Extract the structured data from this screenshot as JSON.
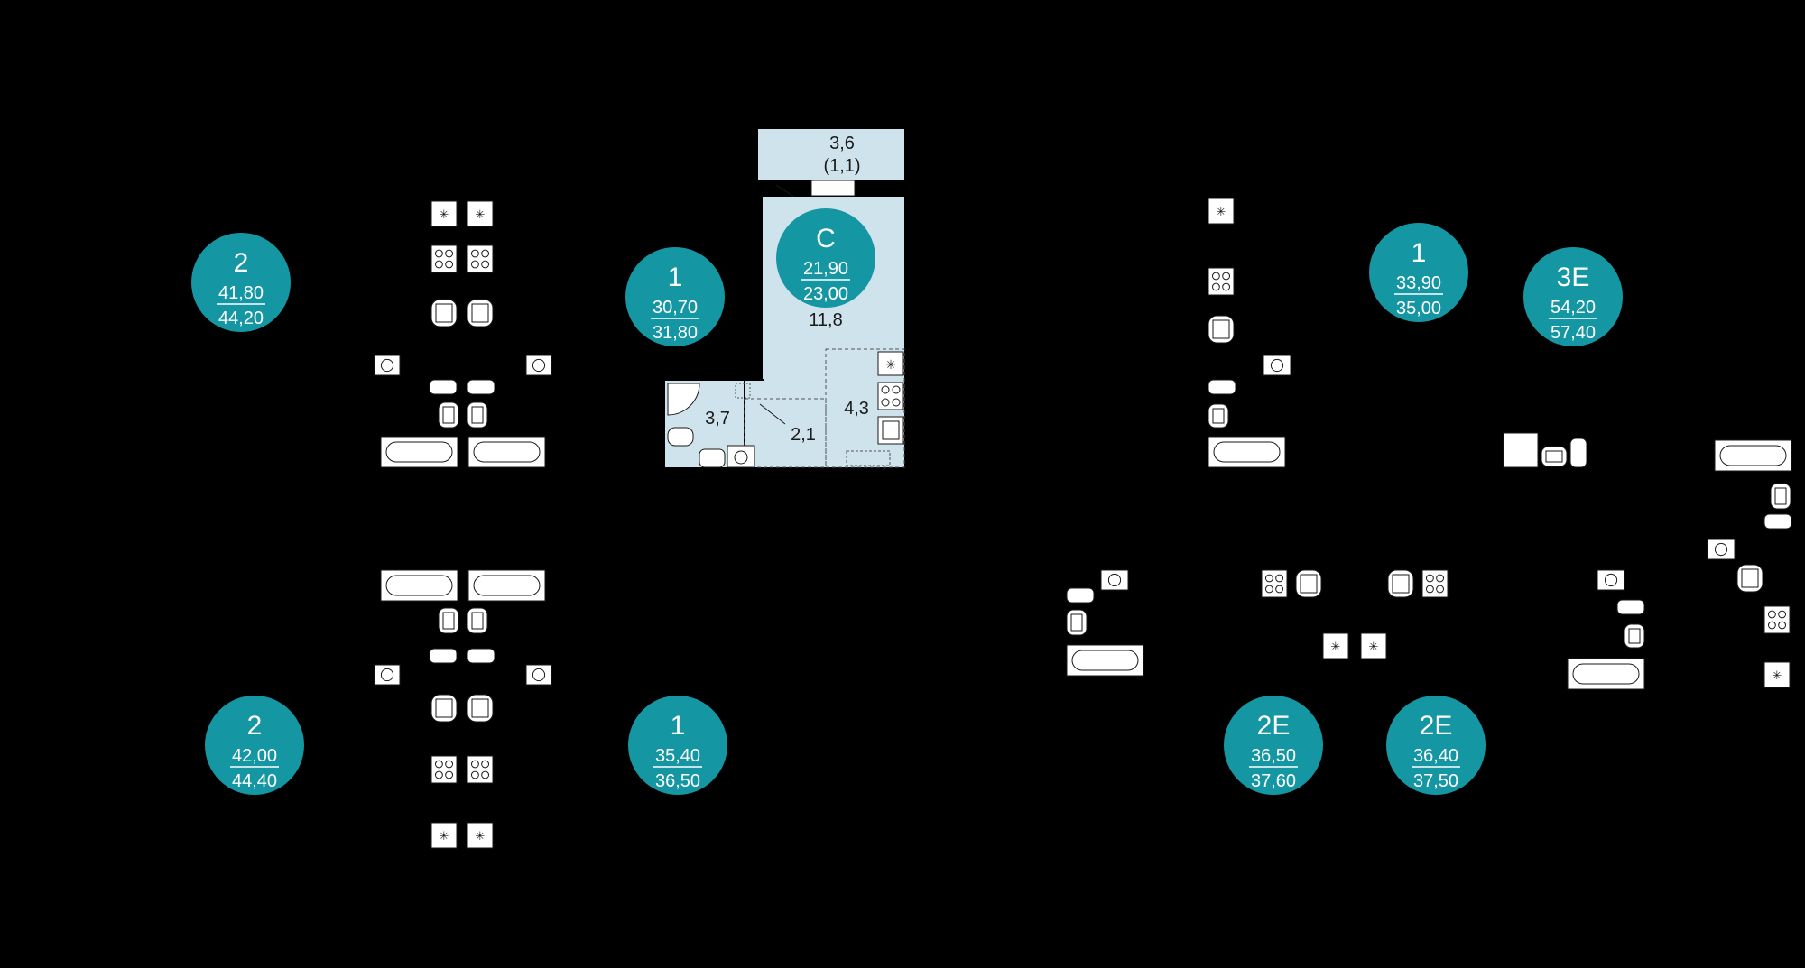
{
  "colors": {
    "background": "#000000",
    "badge": "#1596a3",
    "badge_text": "#ffffff",
    "room_fill": "#cfe3ec",
    "fixture_fill": "#ffffff",
    "line": "#1a1a1a"
  },
  "units": [
    {
      "id": "u2-top-left",
      "type": "2",
      "living": "41,80",
      "total": "44,20",
      "state": "inactive"
    },
    {
      "id": "u1-top-left",
      "type": "1",
      "living": "30,70",
      "total": "31,80",
      "state": "inactive"
    },
    {
      "id": "studio",
      "type": "C",
      "living": "21,90",
      "total": "23,00",
      "state": "highlighted"
    },
    {
      "id": "u1-top-right",
      "type": "1",
      "living": "33,90",
      "total": "35,00",
      "state": "inactive"
    },
    {
      "id": "u3e",
      "type": "3E",
      "living": "54,20",
      "total": "57,40",
      "state": "inactive"
    },
    {
      "id": "u2-bottom-left",
      "type": "2",
      "living": "42,00",
      "total": "44,40",
      "state": "inactive"
    },
    {
      "id": "u1-bottom",
      "type": "1",
      "living": "35,40",
      "total": "36,50",
      "state": "inactive"
    },
    {
      "id": "u2e-a",
      "type": "2E",
      "living": "36,50",
      "total": "37,60",
      "state": "inactive"
    },
    {
      "id": "u2e-b",
      "type": "2E",
      "living": "36,40",
      "total": "37,50",
      "state": "inactive"
    }
  ],
  "studio_rooms": {
    "balcony": "3,6",
    "balcony_reduced": "(1,1)",
    "main_room": "11,8",
    "kitchen": "4,3",
    "bathroom": "3,7",
    "hall": "2,1"
  },
  "icons": {
    "shower": "shower-icon",
    "toilet": "toilet-icon",
    "sink": "sink-icon",
    "washer": "washing-machine-icon",
    "stove": "stove-icon",
    "bathtub": "bathtub-icon",
    "fridge": "fridge-icon"
  }
}
